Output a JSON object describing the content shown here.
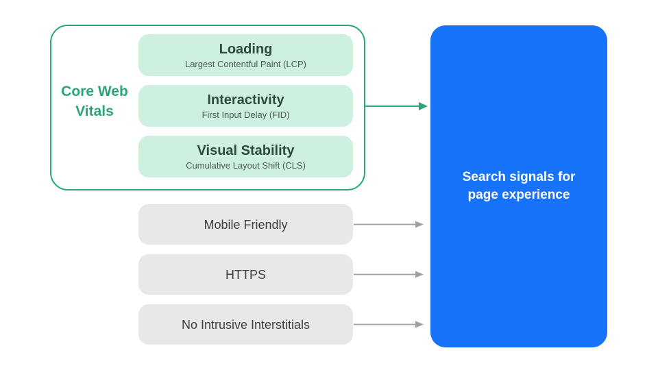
{
  "colors": {
    "green": "#2AA57A",
    "green-light": "#CEF0DF",
    "blue": "#1773FA",
    "gray-pill": "#E8E8E8",
    "gray-arrow": "#9AA0A6",
    "title-dark": "#2E4B41",
    "subtitle": "#4A5C53",
    "gray-text": "#3C4043",
    "white": "#FFFFFF"
  },
  "core_web_vitals": {
    "label": "Core Web Vitals",
    "items": [
      {
        "title": "Loading",
        "subtitle": "Largest Contentful Paint (LCP)"
      },
      {
        "title": "Interactivity",
        "subtitle": "First Input Delay (FID)"
      },
      {
        "title": "Visual Stability",
        "subtitle": "Cumulative Layout Shift (CLS)"
      }
    ]
  },
  "other_signals": [
    {
      "label": "Mobile Friendly"
    },
    {
      "label": "HTTPS"
    },
    {
      "label": "No Intrusive Interstitials"
    }
  ],
  "result": {
    "label": "Search signals for page experience"
  }
}
